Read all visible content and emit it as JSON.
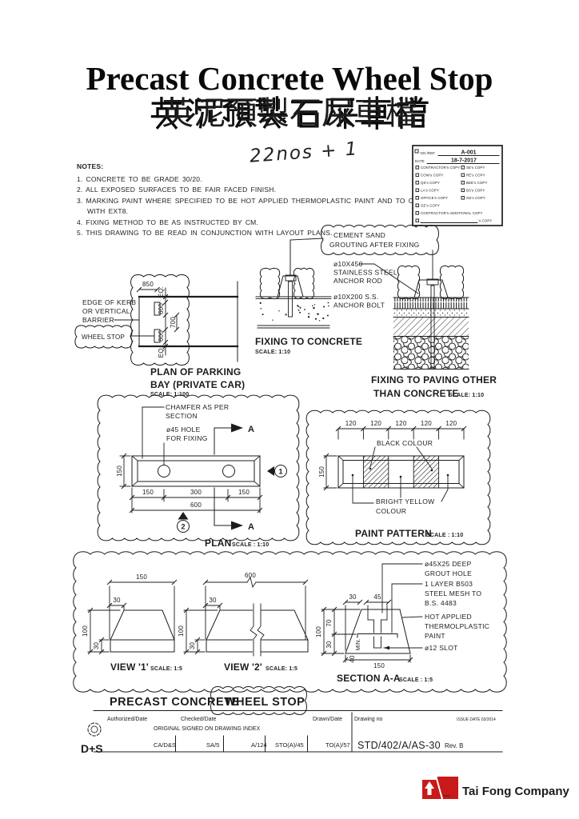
{
  "title": {
    "en": "Precast Concrete Wheel Stop",
    "zh": "英泥預製石屎車檔"
  },
  "handwritten_note": "22nos + 1",
  "notes": {
    "heading": "NOTES:",
    "items": [
      "1. CONCRETE TO BE GRADE 30/20.",
      "2. ALL EXPOSED SURFACES TO BE FAIR FACED FINISH.",
      "3. MARKING PAINT WHERE SPECIFIED TO BE HOT APPLIED THERMOPLASTIC PAINT AND TO COMPLY",
      "WITH EXT8.",
      "4. FIXING METHOD TO BE AS INSTRUCTED BY CM.",
      "5. THIS DRAWING TO BE READ IN CONJUNCTION WITH LAYOUT PLANS."
    ]
  },
  "stamp": {
    "no_ref_label": "NO./REF.",
    "no_ref_value": "A-001",
    "date_label": "DATE",
    "date_value": "18-7-2017",
    "copies_left": [
      "CONTRACTOR's COPY",
      "COW's COPY",
      "QS's COPY",
      "LA's COPY",
      "OFFICE's COPY",
      "GE's COPY",
      "CONTRACTOR's ADDITIONAL COPY",
      "'s COPY"
    ],
    "copies_right": [
      "SE's COPY",
      "RE's COPY",
      "BEE's COPY",
      "BS's COPY",
      "GE's COPY"
    ]
  },
  "parking_plan": {
    "dim_850": "850",
    "dim_eq_top": "EQ.",
    "dim_600_top": "600",
    "dim_700": "700",
    "dim_600_bottom": "600",
    "dim_eq_bottom": "EQ.",
    "edge_label": [
      "EDGE OF KERB",
      "OR VERTICAL",
      "BARRIER"
    ],
    "wheel_stop_label": "WHEEL STOP",
    "caption": [
      "PLAN OF PARKING",
      "BAY (PRIVATE CAR)"
    ],
    "scale": "SCALE: 1:100"
  },
  "fixing_concrete": {
    "grout_label": [
      "CEMENT SAND",
      "GROUTING AFTER FIXING"
    ],
    "rod_label": [
      "ø10X450",
      "STAINLESS STEEL",
      "ANCHOR ROD"
    ],
    "bolt_label": [
      "ø10X200 S.S.",
      "ANCHOR BOLT"
    ],
    "caption": "FIXING TO CONCRETE",
    "scale": "SCALE: 1:10"
  },
  "fixing_paving": {
    "caption": [
      "FIXING TO PAVING OTHER",
      "THAN CONCRETE"
    ],
    "scale": "SCALE: 1:10"
  },
  "plan_detail": {
    "chamfer_label": [
      "CHAMFER AS PER",
      "SECTION"
    ],
    "hole_label": [
      "ø45 HOLE",
      "FOR FIXING"
    ],
    "section_letter": "A",
    "view1_num": "1",
    "view2_num": "2",
    "dim_150_left": "150",
    "dim_150a": "150",
    "dim_300": "300",
    "dim_150b": "150",
    "dim_600": "600",
    "caption": "PLAN",
    "scale": "SCALE : 1:10"
  },
  "paint_pattern": {
    "dim_120": "120",
    "dim_150": "150",
    "black_label": "BLACK COLOUR",
    "yellow_label": [
      "BRIGHT YELLOW",
      "COLOUR"
    ],
    "caption": "PAINT PATTERN",
    "scale": "SCALE : 1:10"
  },
  "view1": {
    "dim_150": "150",
    "dim_30_top": "30",
    "dim_100": "100",
    "dim_30_base": "30",
    "caption": "VIEW '1'",
    "scale": "SCALE: 1:5"
  },
  "view2": {
    "dim_600": "600",
    "dim_30_top": "30",
    "dim_100": "100",
    "dim_30_base": "30",
    "caption": "VIEW '2'",
    "scale": "SCALE: 1:5"
  },
  "section_aa": {
    "dim_30": "30",
    "dim_45": "45",
    "dim_100": "100",
    "dim_70": "70",
    "dim_30b": "30",
    "dim_min": "MIN.",
    "dim_40": "40",
    "dim_150": "150",
    "grout_label": [
      "ø45X25 DEEP",
      "GROUT HOLE"
    ],
    "mesh_label": [
      "1 LAYER B503",
      "STEEL MESH TO",
      "B.S. 4483"
    ],
    "paint_label": [
      "HOT APPLIED",
      "THERMOLPLASTIC",
      "PAINT"
    ],
    "slot_label": "ø12 SLOT",
    "caption": "SECTION A-A",
    "scale": "SCALE : 1:5"
  },
  "title_block": {
    "bar_title_left": "PRECAST  CONCRETE",
    "bar_title_cloud": "WHEEL STOP",
    "col_authorized": "Authorized/Date",
    "col_checked": "Checked/Date",
    "col_drawn": "Drawn/Date",
    "col_drawing_no": "Drawing no",
    "issue_date": "ISSUE DATE 03/2014",
    "original_note": "ORIGINAL SIGNED ON DRAWING INDEX",
    "cells": [
      "CA/D&S",
      "SA/5",
      "A/124",
      "STO(A)/45",
      "TO(A)/57"
    ],
    "drawing_no_value": "STD/402/A/AS-30",
    "revision": "Rev.  B",
    "ds_mark": "D+S"
  },
  "company": {
    "name": "Tai Fong Company",
    "logo": "tai-fong-logo"
  }
}
